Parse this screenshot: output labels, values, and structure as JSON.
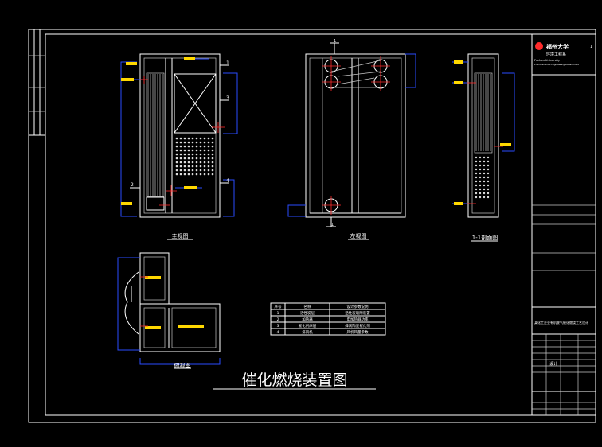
{
  "drawing": {
    "title": "催化燃烧装置图",
    "views": {
      "front": "主视图",
      "left": "左视图",
      "section": "1-1剖面图",
      "top": "俯视图"
    },
    "front_labels": [
      "1",
      "2",
      "3",
      "4"
    ],
    "left_labels": [
      "1",
      "1"
    ],
    "corner_mark": "1"
  },
  "parts_table": {
    "headers": [
      "序号",
      "名称",
      "设计参数说明"
    ],
    "rows": [
      [
        "1",
        "活性炭层",
        "活性炭吸附装置"
      ],
      [
        "2",
        "加热器",
        "电加热器功率"
      ],
      [
        "3",
        "催化剂床层",
        "蜂窝陶瓷催化剂"
      ],
      [
        "4",
        "排风机",
        "风机风量参数"
      ]
    ]
  },
  "title_block": {
    "school_line1": "福州大学",
    "school_line2": "环境工程系",
    "english_line1": "Fuzhou University",
    "english_line2": "Environmental Engineering Department",
    "project": "某化工企业有机废气催化燃烧工艺设计",
    "label": "设计"
  }
}
